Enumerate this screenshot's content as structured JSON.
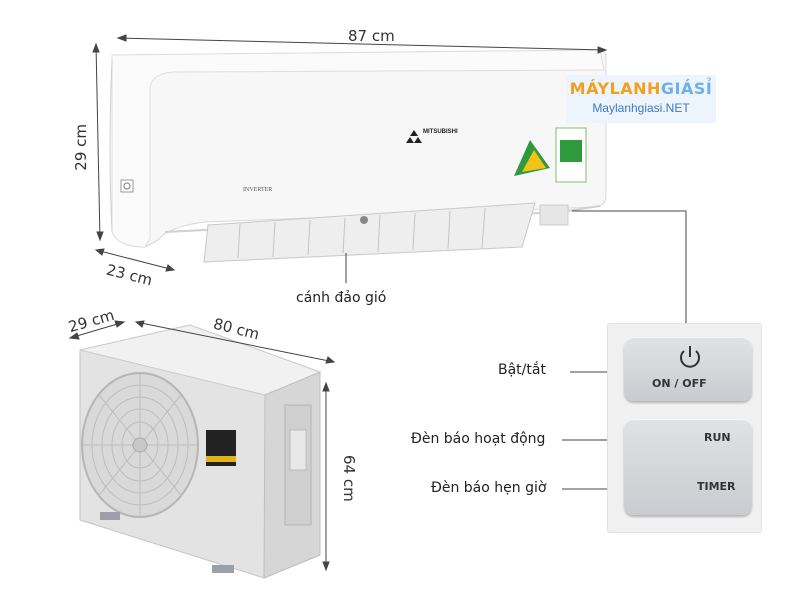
{
  "indoor": {
    "width_label": "87 cm",
    "height_label": "29 cm",
    "depth_label": "23 cm",
    "louver_label": "cánh đảo gió",
    "brand_text": "MITSUBISHI",
    "inverter_text": "INVERTER"
  },
  "outdoor": {
    "depth_label": "29 cm",
    "width_label": "80 cm",
    "height_label": "64 cm"
  },
  "logo": {
    "part_a": "MÁYLANH",
    "part_b": "GIÁSỈ",
    "url": "Maylanhgiasi.NET"
  },
  "remote": {
    "on_off_label": "ON / OFF",
    "run_label": "RUN",
    "timer_label": "TIMER"
  },
  "callouts": {
    "power": "Bật/tắt",
    "run": "Đèn báo hoạt động",
    "timer": "Đèn báo hẹn giờ"
  },
  "colors": {
    "logo_orange": "#f0a020",
    "logo_blue": "#6fb0e8",
    "energy_label_green": "#2e9a3c"
  }
}
